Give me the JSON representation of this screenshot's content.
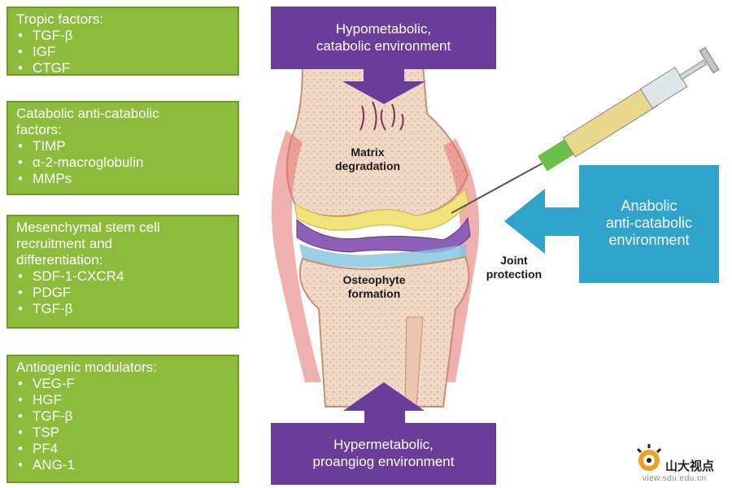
{
  "panels": [
    {
      "title": "Tropic factors:",
      "items": [
        "TGF-β",
        "IGF",
        "CTGF"
      ]
    },
    {
      "title": "Catabolic anti-catabolic\nfactors:",
      "items": [
        "TIMP",
        "α-2-macroglobulin",
        "MMPs"
      ]
    },
    {
      "title": "Mesenchymal stem cell\nrecruitment and\ndifferentiation:",
      "items": [
        "SDF-1-CXCR4",
        "PDGF",
        "TGF-β"
      ]
    },
    {
      "title": "Antiogenic modulators:",
      "items": [
        "VEG-F",
        "HGF",
        "TGF-β",
        "TSP",
        "PF4",
        "ANG-1"
      ]
    }
  ],
  "top_box": "Hypometabolic,\ncatabolic environment",
  "bottom_box": "Hypermetabolic,\nproangiog environment",
  "right_box": "Anabolic\nanti-catabolic\nenvironment",
  "labels": {
    "matrix": "Matrix\ndegradation",
    "osteophyte": "Osteophyte\nformation",
    "joint": "Joint\nprotection"
  },
  "watermark": {
    "name": "山大视点",
    "url": "view.sdu.edu.cn"
  },
  "colors": {
    "green": "#8dbb3c",
    "purple": "#6a3d9a",
    "blue": "#2fa3c9"
  }
}
